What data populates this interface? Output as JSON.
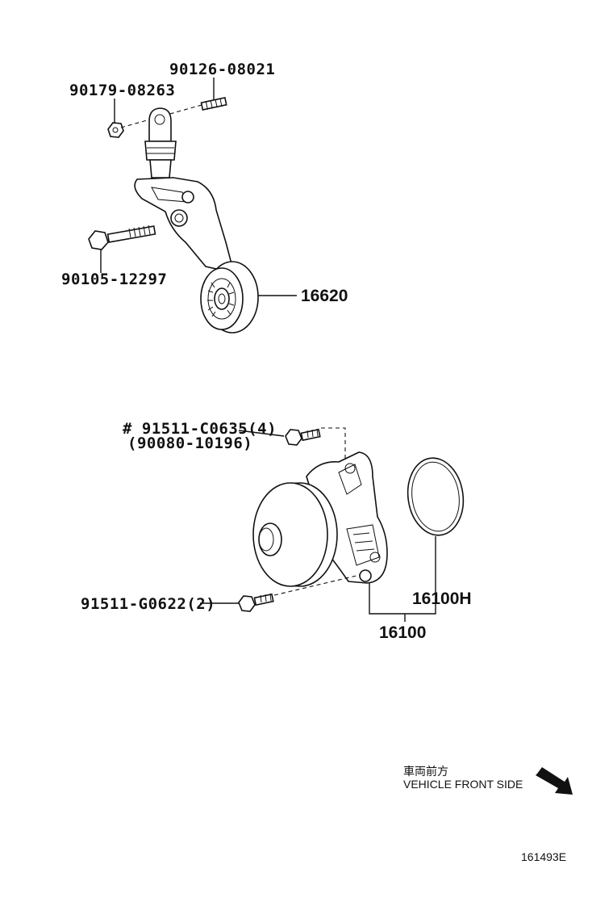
{
  "labels": {
    "p_90126": "90126-08021",
    "p_90179": "90179-08263",
    "p_90105": "90105-12297",
    "p_16620": "16620",
    "p_91511_c": "# 91511-C0635(4)",
    "p_90080": "(90080-10196)",
    "p_91511_g": "91511-G0622(2)",
    "p_16100h": "16100H",
    "p_16100": "16100"
  },
  "direction": {
    "japanese": "車両前方",
    "english": "VEHICLE FRONT SIDE"
  },
  "figure_id": "161493E"
}
